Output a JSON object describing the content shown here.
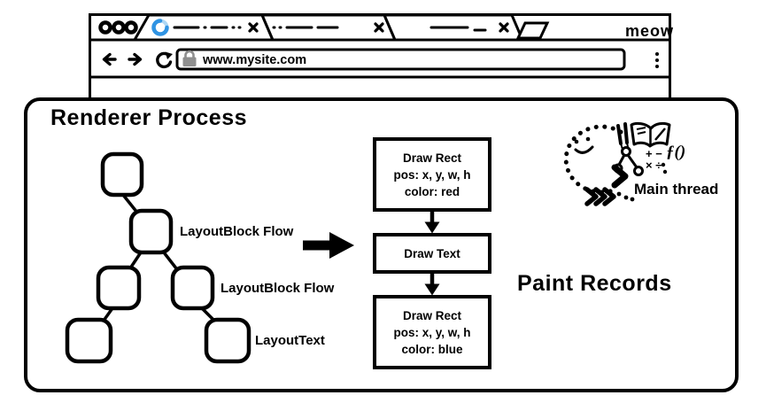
{
  "browser": {
    "brand_label": "meow",
    "address": "www.mysite.com",
    "window_buttons_count": 3,
    "tab_count": 3,
    "icons": {
      "tab1": "loading-spinner",
      "lock": "padlock",
      "nav": [
        "back-arrow",
        "forward-arrow",
        "reload"
      ],
      "menu": "vertical-dots",
      "new_tab": "parallelogram"
    }
  },
  "renderer": {
    "title": "Renderer Process",
    "layout_tree_labels": {
      "node2": "LayoutBlock Flow",
      "right_mid": "LayoutBlock Flow",
      "bottom_right": "LayoutText"
    },
    "paint_records_label": "Paint Records",
    "paint_boxes": [
      {
        "line1": "Draw Rect",
        "line2": "pos: x, y, w, h",
        "line3": "color: red"
      },
      {
        "line1": "Draw Text",
        "line2": "",
        "line3": ""
      },
      {
        "line1": "Draw Rect",
        "line2": "pos: x, y, w, h",
        "line3": "color: blue"
      }
    ],
    "main_thread": {
      "label": "Main thread",
      "math_row1": "+ −",
      "math_row2": "× ÷",
      "fn": "ƒ()"
    }
  },
  "colors": {
    "ink": "#000000",
    "spinner_blue": "#3094e3",
    "spinner_light": "#aed7f4",
    "lock_gray": "#8f8f8f"
  }
}
